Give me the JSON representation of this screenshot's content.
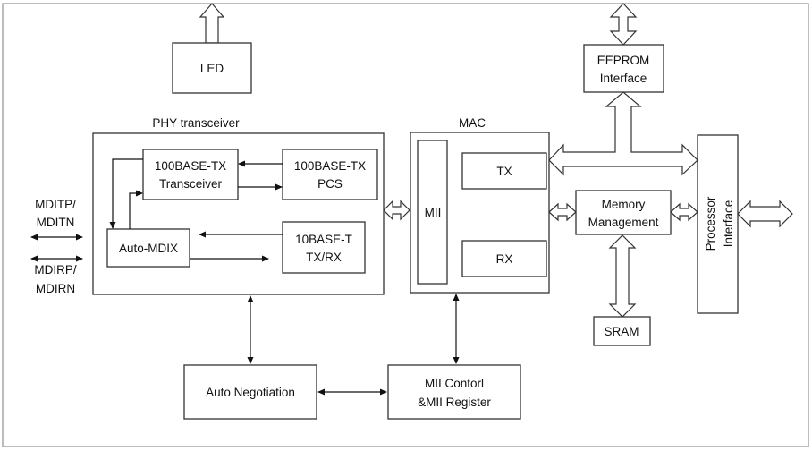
{
  "blocks": {
    "led": "LED",
    "phy_label": "PHY transceiver",
    "tx100_line1": "100BASE-TX",
    "tx100_line2": "Transceiver",
    "pcs_line1": "100BASE-TX",
    "pcs_line2": "PCS",
    "auto_mdix": "Auto-MDIX",
    "t10_line1": "10BASE-T",
    "t10_line2": "TX/RX",
    "mditp": "MDITP/",
    "mditn": "MDITN",
    "mdirp": "MDIRP/",
    "mdirn": "MDIRN",
    "mac_label": "MAC",
    "mii": "MII",
    "tx": "TX",
    "rx": "RX",
    "eeprom_line1": "EEPROM",
    "eeprom_line2": "Interface",
    "mem_line1": "Memory",
    "mem_line2": "Management",
    "proc_line1": "Processor",
    "proc_line2": "Interface",
    "sram": "SRAM",
    "auto_neg": "Auto Negotiation",
    "mii_ctrl_line1": "MII Contorl",
    "mii_ctrl_line2": "&MII Register"
  }
}
